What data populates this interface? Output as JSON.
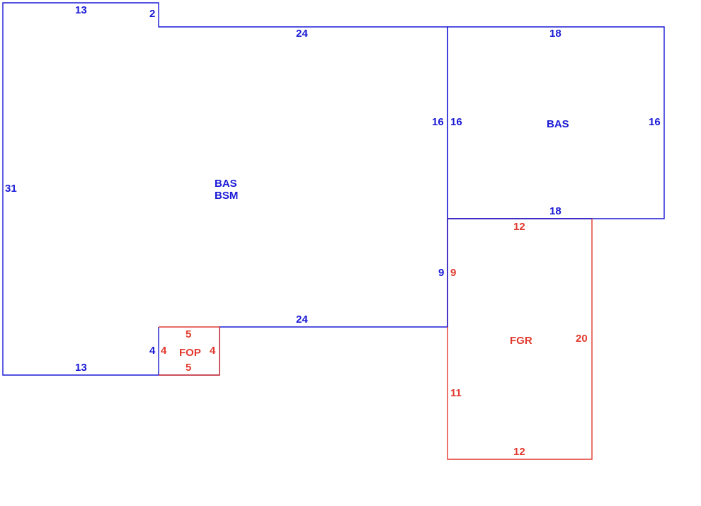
{
  "colors": {
    "living": "#1a1ad6",
    "other": "#e03a2e",
    "background": "#ffffff"
  },
  "areas": {
    "main": {
      "code_1": "BAS",
      "code_2": "BSM"
    },
    "addition": {
      "code": "BAS"
    },
    "garage": {
      "code": "FGR"
    },
    "porch": {
      "code": "FOP"
    }
  },
  "dimensions": {
    "main_top_left": "13",
    "main_notch": "2",
    "main_top_right": "24",
    "main_left": "31",
    "main_bottom_left": "13",
    "main_porch_side": "4",
    "main_bottom_right": "24",
    "main_right_upper": "16",
    "main_right_lower": "9",
    "addition_top": "18",
    "addition_left": "16",
    "addition_right": "16",
    "addition_bottom": "18",
    "garage_top": "12",
    "garage_left_upper": "9",
    "garage_left_lower": "11",
    "garage_right": "20",
    "garage_bottom": "12",
    "porch_top": "5",
    "porch_left": "4",
    "porch_right": "4",
    "porch_bottom": "5"
  }
}
